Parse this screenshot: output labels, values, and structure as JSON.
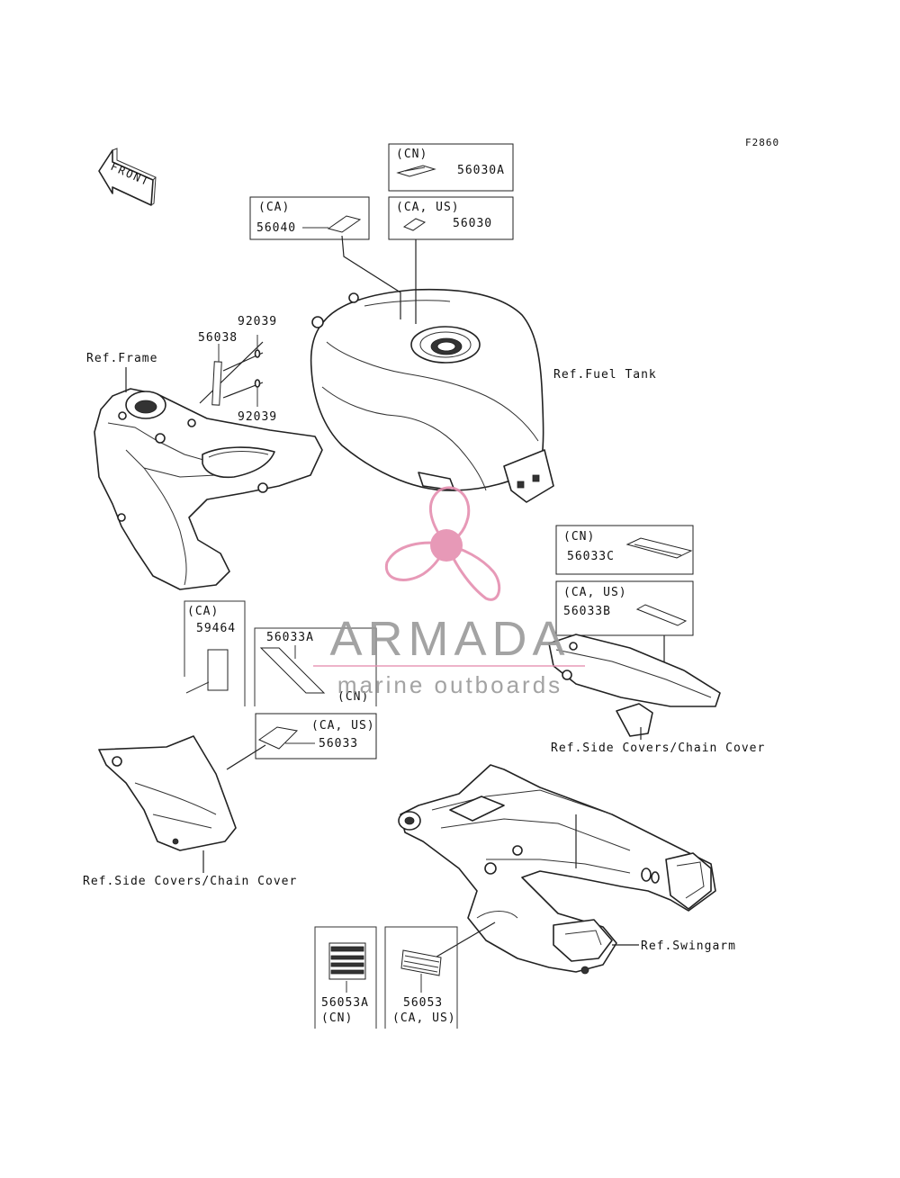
{
  "figure_code": "F2860",
  "front_arrow": {
    "text": "FRONT"
  },
  "callouts": {
    "tank_cn": {
      "region": "(CN)",
      "part": "56030A"
    },
    "tank_ca_us": {
      "region": "(CA, US)",
      "part": "56030"
    },
    "tank_ca": {
      "region": "(CA)",
      "part": "56040"
    },
    "frame_upper_bolt": {
      "part": "92039"
    },
    "frame_bracket": {
      "part": "56038"
    },
    "frame_lower_bolt": {
      "part": "92039"
    },
    "cover_cn": {
      "region": "(CN)",
      "part": "56033C"
    },
    "cover_ca_us": {
      "region": "(CA, US)",
      "part": "56033B"
    },
    "side_ca": {
      "region": "(CA)",
      "part": "59464"
    },
    "side_cn": {
      "part": "56033A",
      "region": "(CN)"
    },
    "side_ca_us": {
      "region": "(CA, US)",
      "part": "56033"
    },
    "swing_cn": {
      "part": "56053A",
      "region": "(CN)"
    },
    "swing_ca_us": {
      "part": "56053",
      "region": "(CA, US)"
    }
  },
  "references": {
    "frame": "Ref.Frame",
    "fuel_tank": "Ref.Fuel Tank",
    "side_covers_right": "Ref.Side Covers/Chain Cover",
    "side_covers_left": "Ref.Side Covers/Chain Cover",
    "swingarm": "Ref.Swingarm"
  },
  "watermark": {
    "brand": "ARMADA",
    "tagline": "marine outboards",
    "brand_color": "#e58fb0",
    "text_color": "#9a9a9a"
  }
}
